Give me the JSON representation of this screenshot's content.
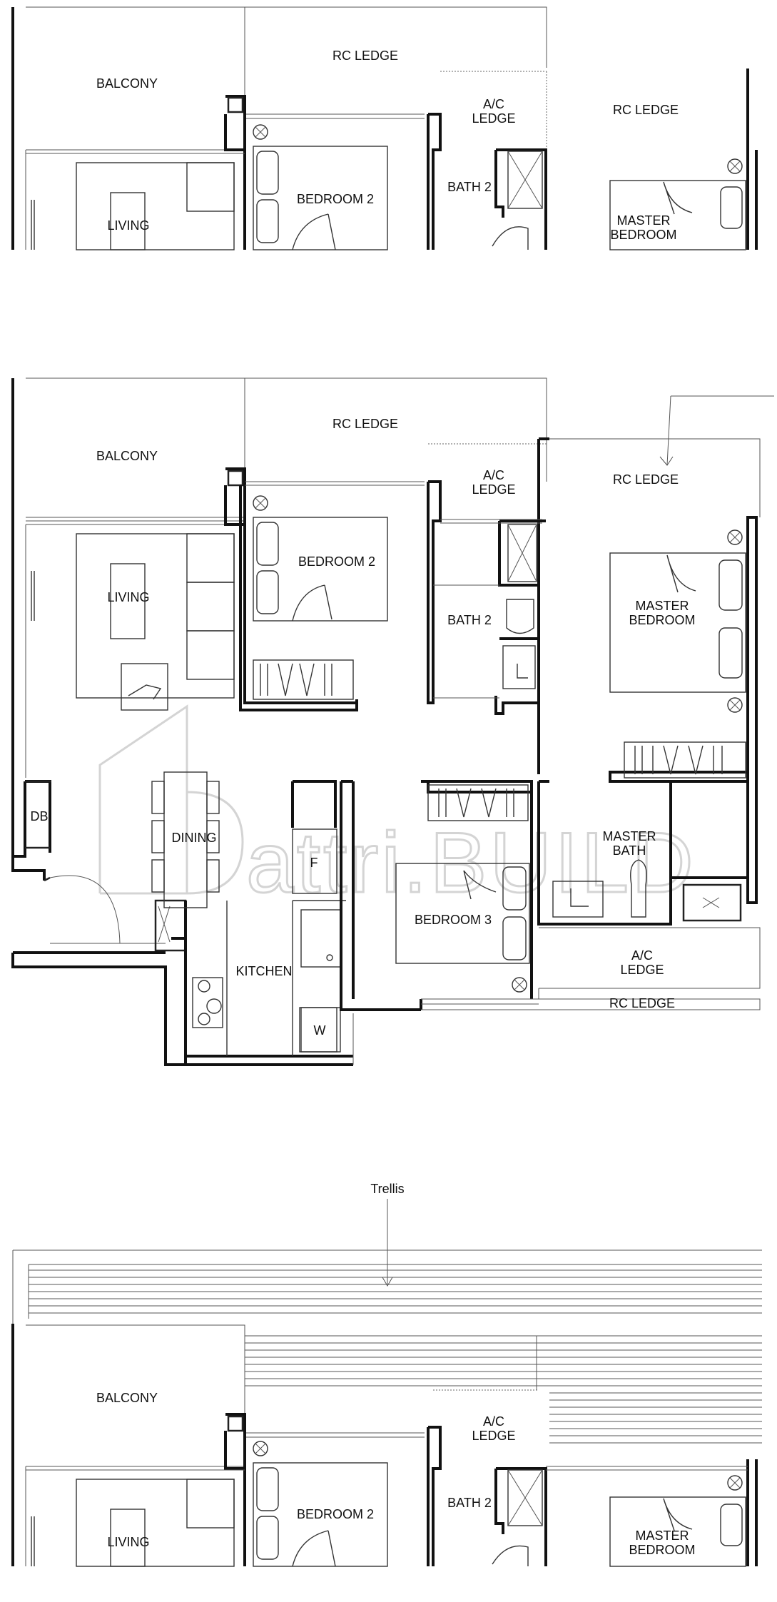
{
  "colors": {
    "walls": "#111111",
    "thin_lines": "#555555",
    "watermark": "#d4d4d4",
    "background": "#ffffff"
  },
  "top_fragment": {
    "balcony": "BALCONY",
    "rc_ledge_1": "RC LEDGE",
    "ac_ledge_line1": "A/C",
    "ac_ledge_line2": "LEDGE",
    "rc_ledge_2": "RC LEDGE",
    "living": "LIVING",
    "bedroom2": "BEDROOM 2",
    "bath2": "BATH 2",
    "master_bedroom_line1": "MASTER",
    "master_bedroom_line2": "BEDROOM"
  },
  "main_plan": {
    "rc_ledge_top": "RC LEDGE",
    "balcony": "BALCONY",
    "ac_ledge_line1": "A/C",
    "ac_ledge_line2": "LEDGE",
    "rc_ledge_right": "RC LEDGE",
    "living": "LIVING",
    "bedroom2": "BEDROOM 2",
    "bath2": "BATH 2",
    "master_bedroom_line1": "MASTER",
    "master_bedroom_line2": "BEDROOM",
    "db": "DB",
    "dining": "DINING",
    "fridge": "F",
    "master_bath_line1": "MASTER",
    "master_bath_line2": "BATH",
    "bedroom3": "BEDROOM 3",
    "kitchen": "KITCHEN",
    "ac_ledge2_line1": "A/C",
    "ac_ledge2_line2": "LEDGE",
    "rc_ledge_bottom": "RC LEDGE",
    "washer": "W",
    "watermark": "attri.BUILD"
  },
  "bottom_fragment": {
    "trellis": "Trellis",
    "balcony": "BALCONY",
    "ac_ledge_line1": "A/C",
    "ac_ledge_line2": "LEDGE",
    "living": "LIVING",
    "bedroom2": "BEDROOM 2",
    "bath2": "BATH 2",
    "master_bedroom_line1": "MASTER",
    "master_bedroom_line2": "BEDROOM"
  }
}
